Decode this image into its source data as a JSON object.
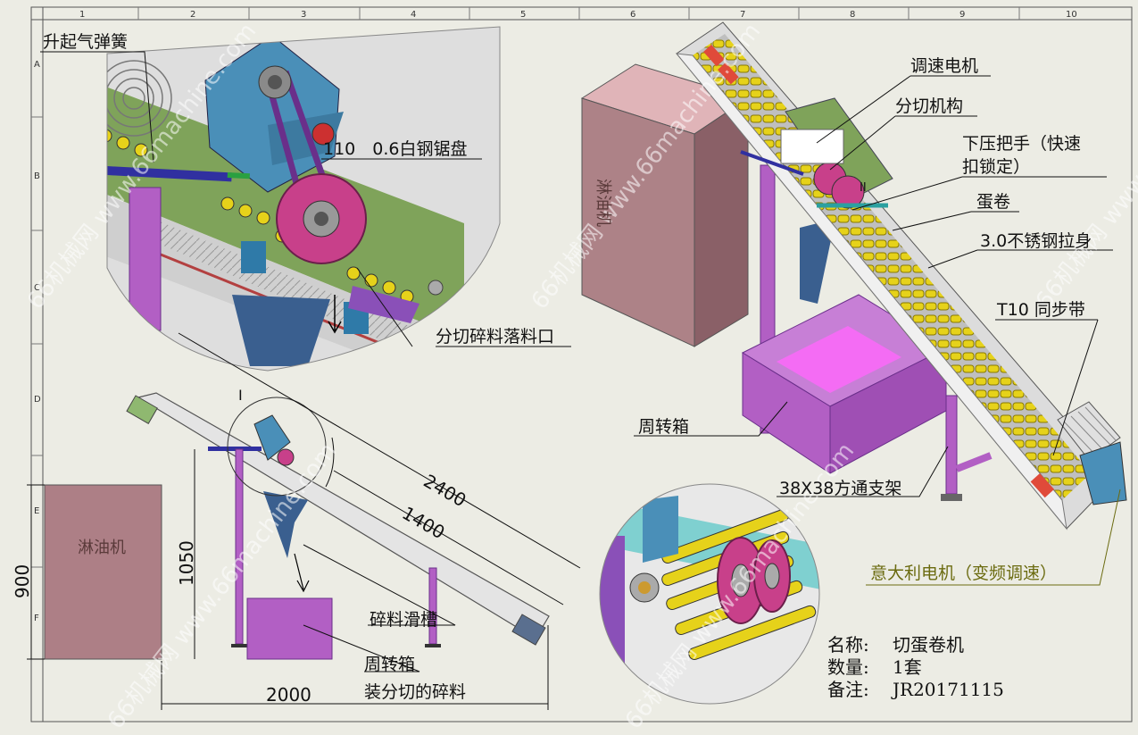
{
  "grid": {
    "columns": [
      "1",
      "2",
      "3",
      "4",
      "5",
      "6",
      "7",
      "8",
      "9",
      "10"
    ],
    "rows": [
      "A",
      "B",
      "C",
      "D",
      "E",
      "F"
    ]
  },
  "labels": {
    "spring": "升起气弹簧",
    "saw": "110　0.6白钢锯盘",
    "chute_outlet": "分切碎料落料口",
    "motor_speed": "调速电机",
    "cutting": "分切机构",
    "press_handle_1": "下压把手（快速",
    "press_handle_2": "扣锁定）",
    "egg_roll": "蛋卷",
    "steel_body": "3.0不锈钢拉身",
    "belt": "T10 同步带",
    "turnover_box_top": "周转箱",
    "bracket": "38X38方通支架",
    "italy_motor": "意大利电机（变频调速）",
    "scrap_chute": "碎料滑槽",
    "turnover_box_bottom": "周转箱",
    "scrap_note": "装分切的碎料",
    "detail_mark": "I",
    "detail_mark_2": "II",
    "machine_text": "淋油机",
    "machine_text_2": "淋油机"
  },
  "dimensions": {
    "d2400": "2400",
    "d1400": "1400",
    "d1050": "1050",
    "d900": "900",
    "d2000": "2000"
  },
  "title_block": {
    "name_label": "名称:",
    "name_value": "切蛋卷机",
    "qty_label": "数量:",
    "qty_value": "1套",
    "note_label": "备注:",
    "note_value": "JR20171115"
  },
  "watermark": "66机械网 www.66machine.com",
  "colors": {
    "background": "#ecece4",
    "box_magenta": "#b25fc4",
    "cabinet_pink": "#ad7f86",
    "frame_gray": "#d8d8d8",
    "roller_yellow": "#e6d21a",
    "motor_blue": "#4a8fb8",
    "disc_magenta": "#c8408a",
    "olive_label": "#6b6b10"
  }
}
